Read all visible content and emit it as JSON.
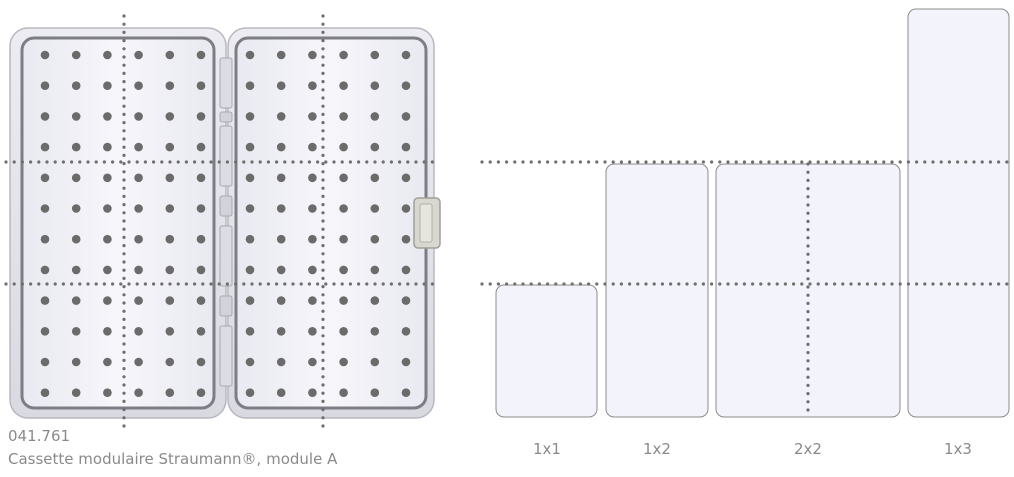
{
  "product": {
    "code": "041.761",
    "name": "Cassette modulaire Straumann®, module A"
  },
  "modules": [
    {
      "label": "1x1"
    },
    {
      "label": "1x2"
    },
    {
      "label": "2x2"
    },
    {
      "label": "1x3"
    }
  ],
  "cassette": {
    "hole_columns_per_panel": 6,
    "hole_rows": 12
  },
  "colors": {
    "grid_line": "#6e6e6e",
    "module_fill": "#f3f3fb",
    "module_stroke": "#8c8c8c",
    "cassette_frame": "#8a8a8a",
    "hole": "#6b6b6b",
    "caption_text": "#8a8a8a"
  }
}
